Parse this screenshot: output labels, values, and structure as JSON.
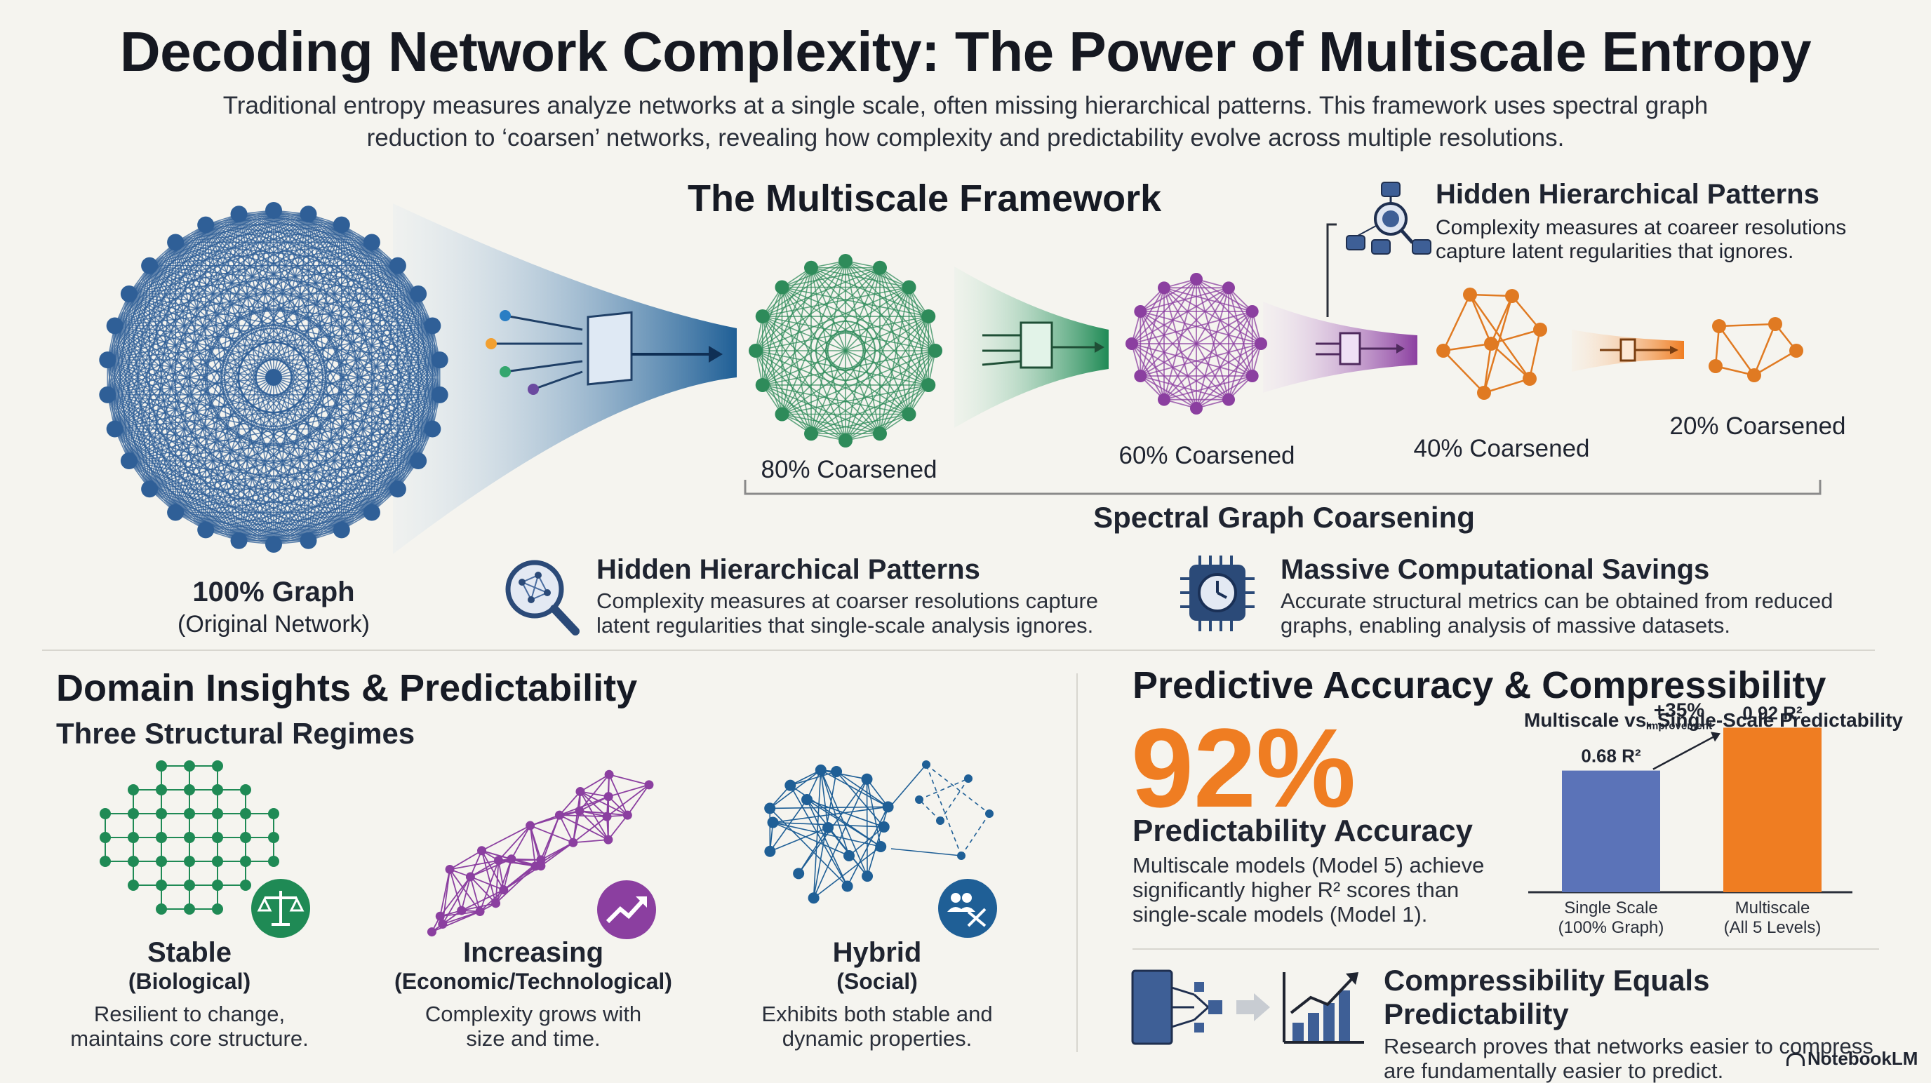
{
  "header": {
    "title": "Decoding Network Complexity: The Power of Multiscale Entropy",
    "subtitle": "Traditional entropy measures analyze networks at a single scale, often missing hierarchical patterns. This framework uses spectral graph reduction to ‘coarsen’ networks, revealing how complexity and predictability evolve across multiple resolutions."
  },
  "framework": {
    "title": "The Multiscale Framework",
    "original": {
      "label": "100% Graph",
      "sublabel": "(Original Network)"
    },
    "stages": [
      "80% Coarsened",
      "60% Coarsened",
      "40% Coarsened",
      "20% Coarsened"
    ],
    "bracket_label": "Spectral Graph Coarsening",
    "callout": {
      "title": "Hidden Hierarchical Patterns",
      "text": "Complexity measures at coareer resolutions capture latent regularities that ignores."
    },
    "features": [
      {
        "icon": "magnifier-network-icon",
        "title": "Hidden Hierarchical Patterns",
        "text": "Complexity measures at coarser resolutions capture latent regularities that single-scale analysis ignores."
      },
      {
        "icon": "chip-clock-icon",
        "title": "Massive Computational Savings",
        "text": "Accurate structural metrics can be obtained from reduced graphs, enabling analysis of massive datasets."
      }
    ],
    "colors": {
      "blue": "#2f5f97",
      "green": "#2e8b5a",
      "purple": "#8b3fa0",
      "orange": "#e07a22"
    }
  },
  "domain": {
    "title": "Domain Insights & Predictability",
    "subtitle": "Three Structural Regimes",
    "regimes": [
      {
        "name": "Stable",
        "category": "(Biological)",
        "desc": "Resilient to change, maintains core structure.",
        "icon": "scales-icon",
        "color": "#1f8a55"
      },
      {
        "name": "Increasing",
        "category": "(Economic/Technological)",
        "desc": "Complexity grows with size and time.",
        "icon": "trend-up-icon",
        "color": "#8b3fa0"
      },
      {
        "name": "Hybrid",
        "category": "(Social)",
        "desc": "Exhibits both stable and dynamic properties.",
        "icon": "people-shuffle-icon",
        "color": "#1f5f96"
      }
    ]
  },
  "predictive": {
    "title": "Predictive Accuracy & Compressibility",
    "big_number": "92%",
    "metric_label": "Predictability Accuracy",
    "metric_desc": "Multiscale models (Model 5) achieve significantly higher R² scores than single-scale models (Model 1).",
    "compress": {
      "title": "Compressibility Equals Predictability",
      "text": "Research proves that networks easier to compress are fundamentally easier to predict."
    },
    "accent": "#ef7d22"
  },
  "chart_data": {
    "type": "bar",
    "title": "Multiscale vs. Single-Scale Predictability",
    "categories": [
      "Single Scale (100% Graph)",
      "Multiscale (All 5 Levels)"
    ],
    "category_lines": [
      [
        "Single Scale",
        "(100% Graph)"
      ],
      [
        "Multiscale",
        "(All 5 Levels)"
      ]
    ],
    "values": [
      0.68,
      0.92
    ],
    "value_labels": [
      "0.68 R²",
      "0.92 R²"
    ],
    "colors": [
      "#5b73b8",
      "#ef7d22"
    ],
    "annotation": {
      "value": "+35%",
      "label": "Improvement"
    },
    "ylim": [
      0,
      1
    ]
  },
  "footer": {
    "brand": "NotebookLM"
  }
}
